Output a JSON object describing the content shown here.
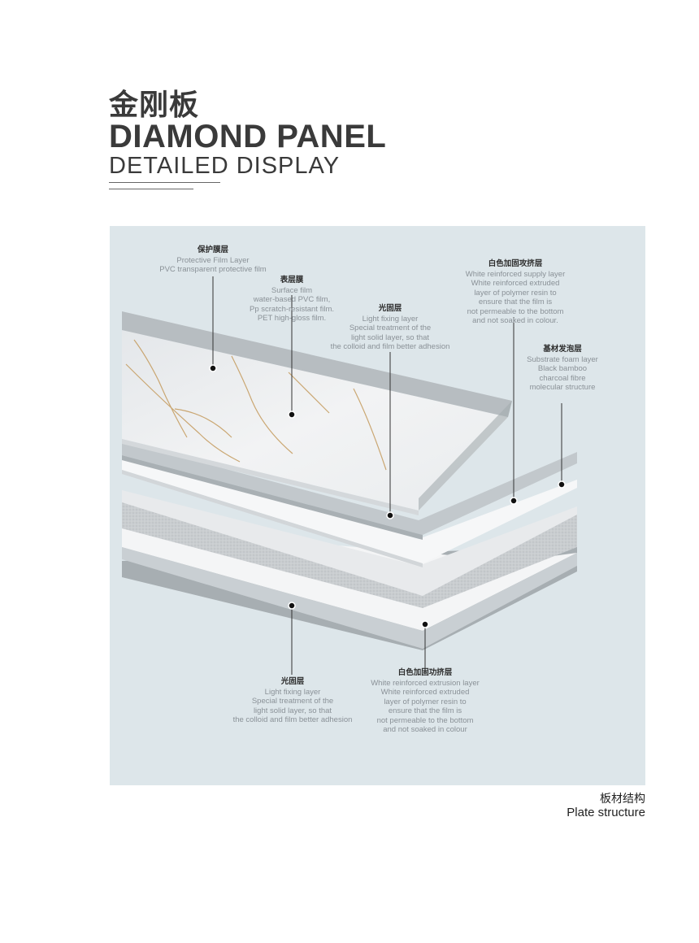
{
  "header": {
    "title_cn": "金刚板",
    "title_en": "DIAMOND PANEL",
    "subtitle_en": "DETAILED DISPLAY"
  },
  "labels": {
    "protective_film": {
      "cn": "保护膜层",
      "lines": [
        "Protective Film Layer",
        "PVC transparent protective film"
      ]
    },
    "surface_film": {
      "cn": "表层膜",
      "lines": [
        "Surface film",
        "water-based PVC film,",
        "Pp scratch-resistant film.",
        "PET high-gloss film."
      ]
    },
    "light_fixing_top": {
      "cn": "光固层",
      "lines": [
        "Light fixing layer",
        "Special treatment of the",
        "light solid layer, so that",
        "the colloid and film better adhesion"
      ]
    },
    "white_supply": {
      "cn": "白色加固攻挤层",
      "lines": [
        "White reinforced supply layer",
        "White reinforced extruded",
        "layer of polymer resin to",
        "ensure that the film is",
        "not permeable to the bottom",
        "and not soaked in colour."
      ]
    },
    "substrate_foam": {
      "cn": "基材发泡层",
      "lines": [
        "Substrate foam layer",
        "Black bamboo",
        "charcoal fibre",
        "molecular structure"
      ]
    },
    "light_fixing_bottom": {
      "cn": "光固层",
      "lines": [
        "Light fixing layer",
        "Special treatment of the",
        "light solid layer, so that",
        "the colloid and film better adhesion"
      ]
    },
    "white_extrusion": {
      "cn": "白色加固功挤层",
      "lines": [
        "White reinforced extrusion layer",
        "White reinforced extruded",
        "layer of polymer resin to",
        "ensure that the film is",
        "not permeable to the bottom",
        "and not soaked in colour"
      ]
    }
  },
  "caption": {
    "cn": "板材结构",
    "en": "Plate structure"
  },
  "colors": {
    "panel_bg": "#dde6ea",
    "marble": "#eef0f1",
    "gold_vein": "#c49a5c"
  }
}
